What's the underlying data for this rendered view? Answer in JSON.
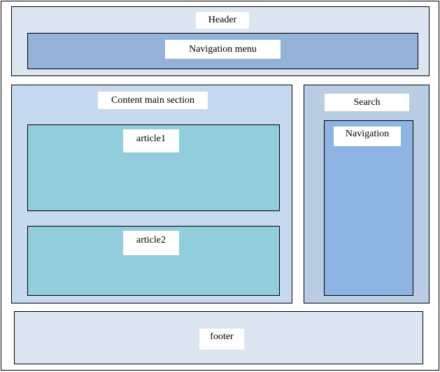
{
  "header": {
    "label": "Header",
    "nav_menu_label": "Navigation menu"
  },
  "content": {
    "label": "Content main section",
    "articles": [
      {
        "label": "article1"
      },
      {
        "label": "article2"
      }
    ]
  },
  "sidebar": {
    "search_label": "Search",
    "navigation_label": "Navigation"
  },
  "footer": {
    "label": "footer"
  },
  "colors": {
    "header_bg": "#dce6f2",
    "nav_menu_bg": "#95b3d7",
    "content_bg": "#c6d9f1",
    "article_bg": "#92cddc",
    "sidebar_bg": "#b9cde5",
    "sidebar_nav_bg": "#8eb4e3",
    "footer_bg": "#dce6f2"
  }
}
